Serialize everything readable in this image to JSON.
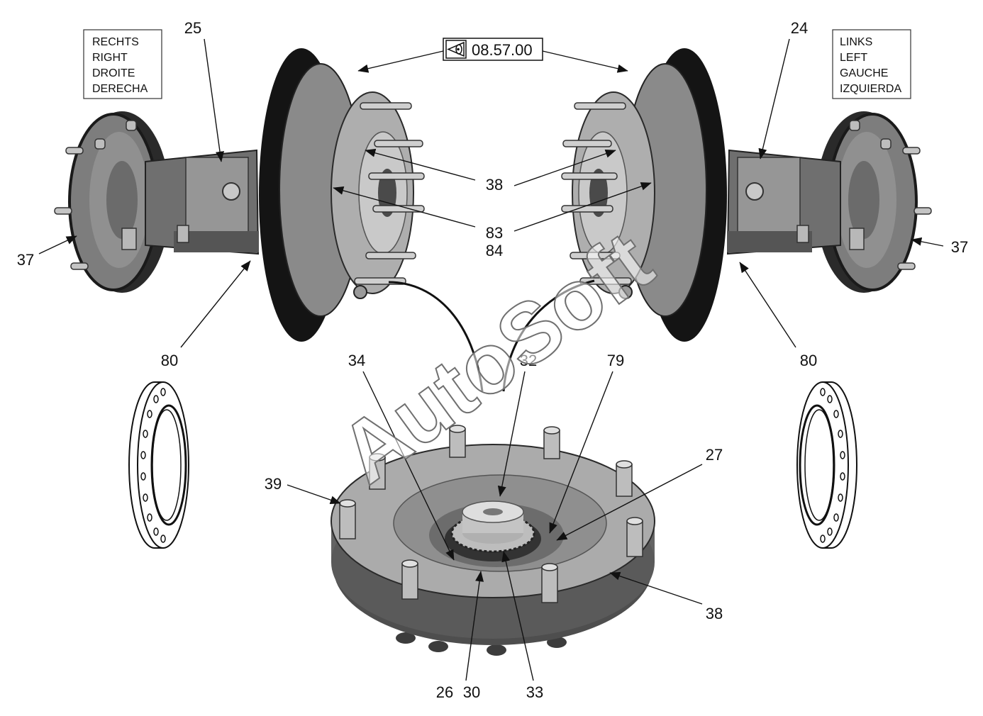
{
  "reference_box": {
    "icon": "view-reference-icon",
    "code": "08.57.00"
  },
  "side_label_right": {
    "lines": [
      "RECHTS",
      "RIGHT",
      "DROITE",
      "DERECHA"
    ]
  },
  "side_label_left": {
    "lines": [
      "LINKS",
      "LEFT",
      "GAUCHE",
      "IZQUIERDA"
    ]
  },
  "callouts": [
    "25",
    "24",
    "38",
    "83",
    "84",
    "37",
    "37",
    "80",
    "80",
    "34",
    "32",
    "79",
    "27",
    "39",
    "38",
    "26",
    "30",
    "33"
  ],
  "watermark": "AutoSoft"
}
